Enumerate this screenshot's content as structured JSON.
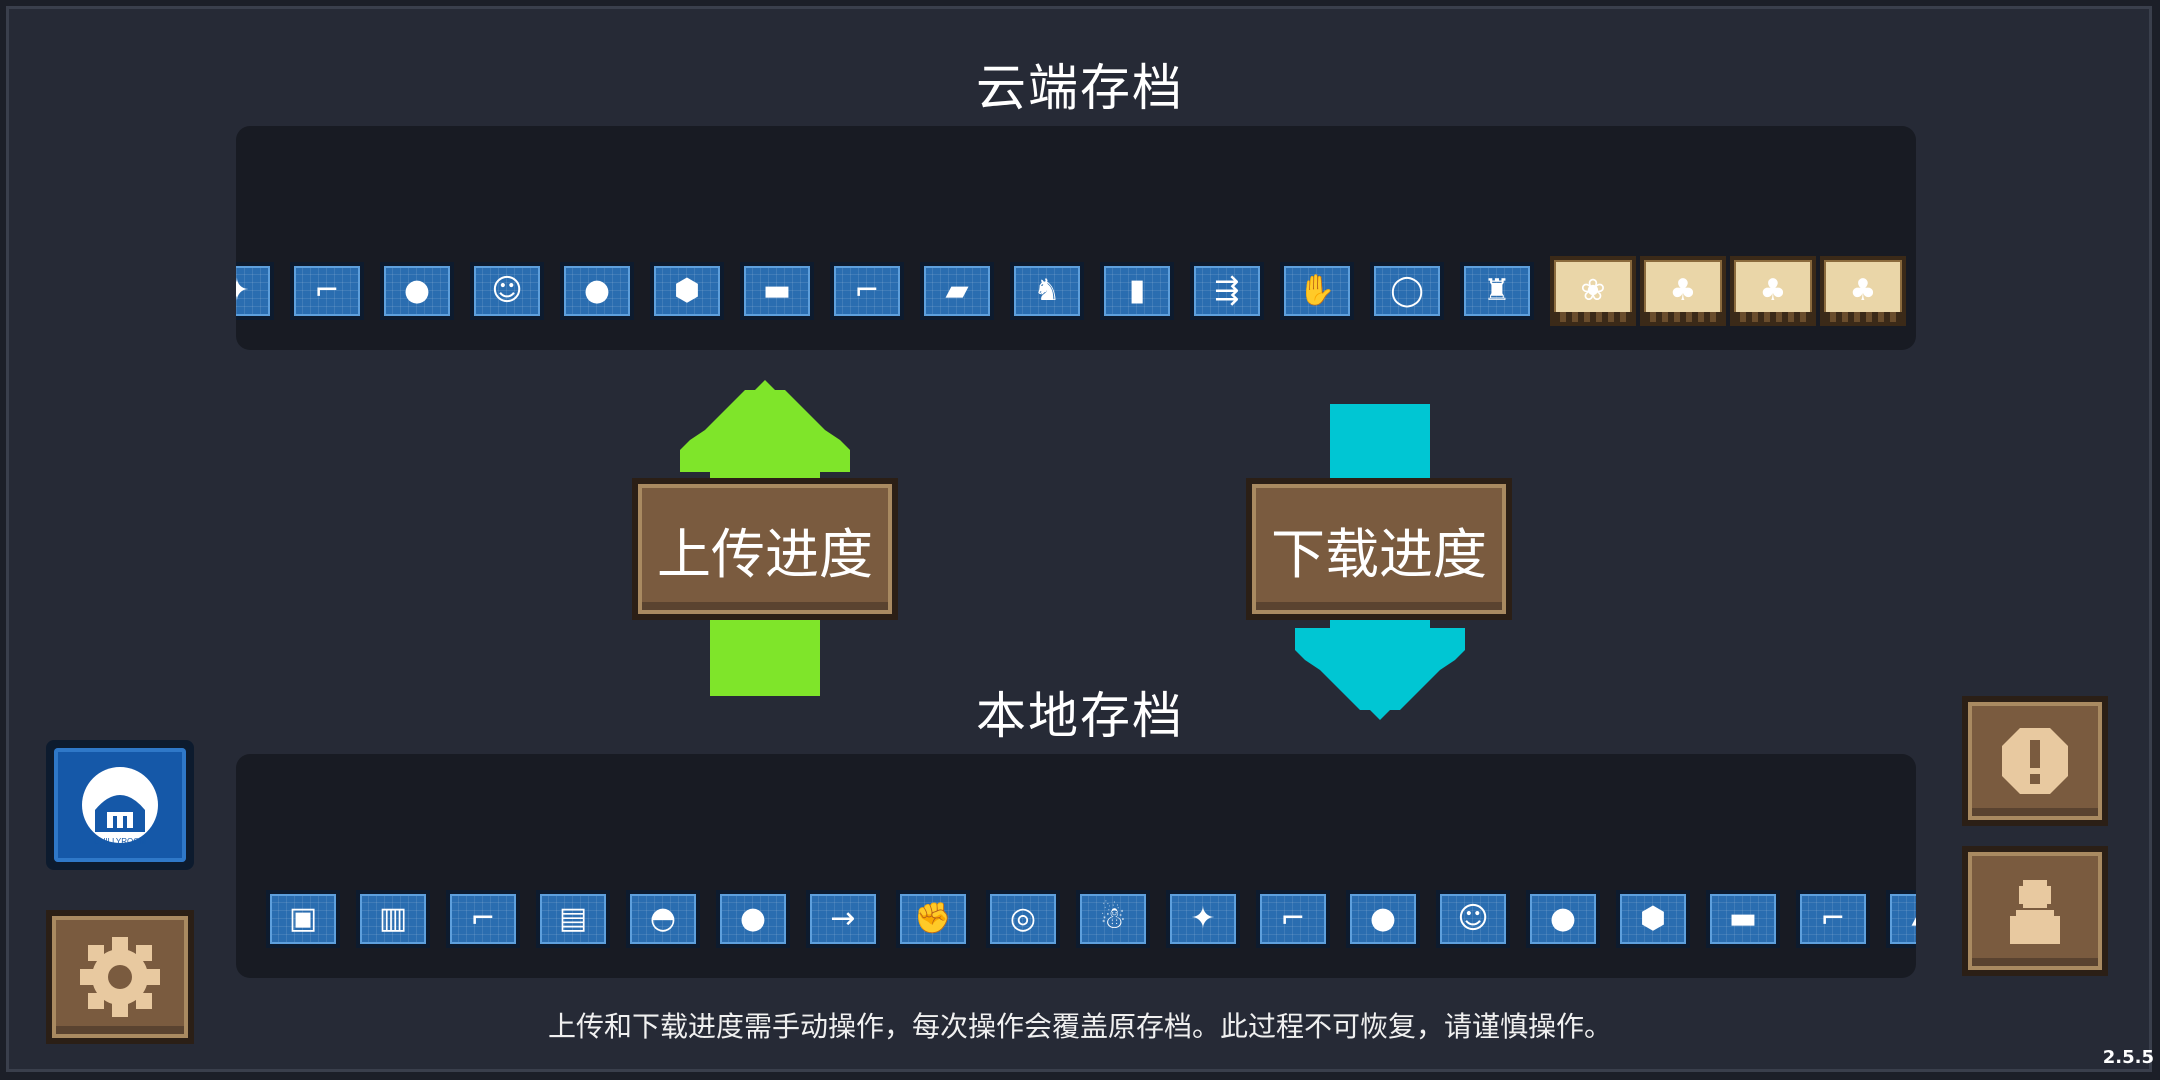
{
  "cloud": {
    "title": "云端存档",
    "items": [
      {
        "icon": "shuriken-icon",
        "glyph": "✦",
        "type": "item"
      },
      {
        "icon": "revolver-icon",
        "glyph": "⌐",
        "type": "item"
      },
      {
        "icon": "red-potion-icon",
        "glyph": "●",
        "type": "item"
      },
      {
        "icon": "lion-mask-icon",
        "glyph": "☺",
        "type": "item"
      },
      {
        "icon": "purple-potion-icon",
        "glyph": "●",
        "type": "item"
      },
      {
        "icon": "octagon-shield-icon",
        "glyph": "⬢",
        "type": "item"
      },
      {
        "icon": "tank-icon",
        "glyph": "▬",
        "type": "item"
      },
      {
        "icon": "green-gun-icon",
        "glyph": "⌐",
        "type": "item"
      },
      {
        "icon": "red-blaster-icon",
        "glyph": "▰",
        "type": "item"
      },
      {
        "icon": "robot-icon",
        "glyph": "♞",
        "type": "item"
      },
      {
        "icon": "arcade-machine-icon",
        "glyph": "▮",
        "type": "item"
      },
      {
        "icon": "crossbow-icon",
        "glyph": "⇶",
        "type": "item"
      },
      {
        "icon": "golden-hand-icon",
        "glyph": "✋",
        "type": "item"
      },
      {
        "icon": "ring-icon",
        "glyph": "◯",
        "type": "item"
      },
      {
        "icon": "crown-statue-icon",
        "glyph": "♜",
        "type": "item"
      },
      {
        "icon": "plant-garden-icon",
        "glyph": "❀",
        "type": "scene"
      },
      {
        "icon": "blue-tree-icon",
        "glyph": "♣",
        "type": "scene"
      },
      {
        "icon": "blue-tree-icon",
        "glyph": "♣",
        "type": "scene"
      },
      {
        "icon": "blue-tree-icon",
        "glyph": "♣",
        "type": "scene"
      }
    ]
  },
  "local": {
    "title": "本地存档",
    "items": [
      {
        "icon": "camera-icon",
        "glyph": "▣",
        "type": "item"
      },
      {
        "icon": "battery-icon",
        "glyph": "▥",
        "type": "item"
      },
      {
        "icon": "pistol-icon",
        "glyph": "⌐",
        "type": "item"
      },
      {
        "icon": "cabinet-icon",
        "glyph": "▤",
        "type": "item"
      },
      {
        "icon": "green-hat-icon",
        "glyph": "◓",
        "type": "item"
      },
      {
        "icon": "blue-potion-icon",
        "glyph": "●",
        "type": "item"
      },
      {
        "icon": "spear-icon",
        "glyph": "→",
        "type": "item"
      },
      {
        "icon": "gauntlet-icon",
        "glyph": "✊",
        "type": "item"
      },
      {
        "icon": "round-shield-icon",
        "glyph": "◎",
        "type": "item"
      },
      {
        "icon": "santa-mask-icon",
        "glyph": "☃",
        "type": "item"
      },
      {
        "icon": "shuriken-icon",
        "glyph": "✦",
        "type": "item"
      },
      {
        "icon": "revolver-icon",
        "glyph": "⌐",
        "type": "item"
      },
      {
        "icon": "red-potion-icon",
        "glyph": "●",
        "type": "item"
      },
      {
        "icon": "lion-mask-icon",
        "glyph": "☺",
        "type": "item"
      },
      {
        "icon": "purple-potion-icon",
        "glyph": "●",
        "type": "item"
      },
      {
        "icon": "octagon-shield-icon",
        "glyph": "⬢",
        "type": "item"
      },
      {
        "icon": "tank-icon",
        "glyph": "▬",
        "type": "item"
      },
      {
        "icon": "green-gun-icon",
        "glyph": "⌐",
        "type": "item"
      },
      {
        "icon": "red-blaster-icon",
        "glyph": "▰",
        "type": "item"
      }
    ]
  },
  "buttons": {
    "upload": "上传进度",
    "download": "下载进度"
  },
  "colors": {
    "upload_arrow": "#7fe52a",
    "download_arrow": "#00c6d3",
    "wood": "#7a5b3f",
    "slot_blue": "#2a6db0",
    "logo_blue": "#1558a8"
  },
  "side": {
    "logo_text": "CHILLYROOM",
    "logo_icon": "chillyroom-logo-icon",
    "settings_icon": "gear-icon",
    "notice_icon": "exclamation-icon",
    "account_icon": "person-icon"
  },
  "footer_note": "上传和下载进度需手动操作，每次操作会覆盖原存档。此过程不可恢复，请谨慎操作。",
  "version": "2.5.5"
}
